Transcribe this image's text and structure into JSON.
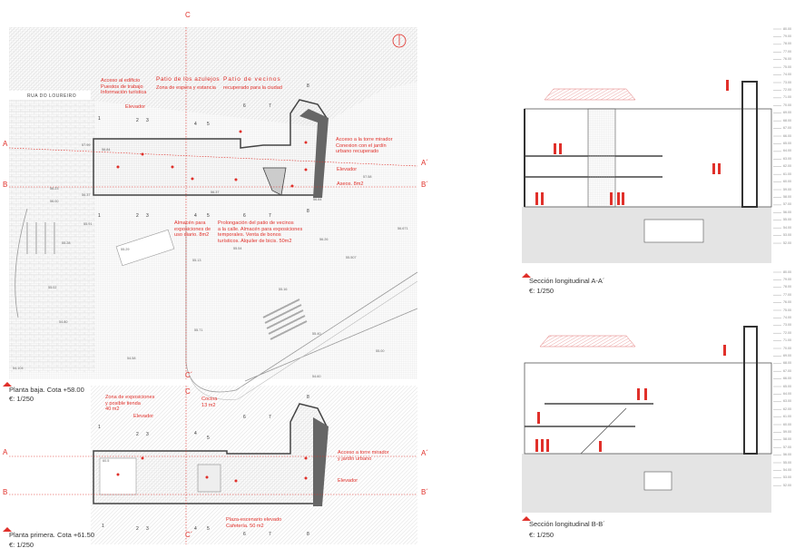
{
  "ground_plan": {
    "title": "Planta baja. Cota +58.00",
    "scale": "€: 1/250",
    "street": "RUA DO LOUREIRO",
    "section_marks": {
      "c": "C",
      "c2": "C´",
      "a": "A",
      "a2": "A´",
      "b": "B",
      "b2": "B´"
    },
    "labels": {
      "acceso": "Acceso al edificio\nPuestos de trabajo\nInformación turística",
      "patio_azulejos_title": "Patio de los azulejos",
      "patio_azulejos_sub": "Zona de espera y estancia",
      "patio_vecinos_title": "Patio de vecinos",
      "patio_vecinos_sub": "recuperado para la ciudad",
      "elevador1": "Elevador",
      "torre": "Acceso a la torre mirador\nConexion con el jardín\nurbano recuperado",
      "elevador2": "Elevador",
      "aseos": "Aseos. 8m2",
      "almacen": "Almacén para\nexposiciones de\nuso diario. 8m2",
      "prolongacion": "Prolongación del patio de vecinos\na la calle. Almacén para exposiciones\ntemporales. Venta de bonos\nturísticos. Alquiler de bicis. 50m2"
    },
    "grid_numbers_top": [
      "1",
      "2",
      "3",
      "4",
      "5",
      "6",
      "7",
      "8"
    ],
    "grid_numbers_bottom": [
      "1",
      "2",
      "3",
      "4",
      "5",
      "6",
      "7",
      "8"
    ],
    "elevations": [
      "57.99",
      "56.84",
      "56.23",
      "56.00",
      "56.37",
      "55.91",
      "55.28",
      "55.29",
      "55.13",
      "55.54",
      "56.26",
      "56.37",
      "56.84",
      "57.58",
      "55.02",
      "54.80",
      "54.58",
      "54.104",
      "55.71",
      "55.16",
      "55.507",
      "56.671",
      "55.40",
      "55.00",
      "54.60"
    ]
  },
  "first_plan": {
    "title": "Planta primera. Cota +61.50",
    "scale": "€: 1/250",
    "section_marks": {
      "c": "C",
      "c2": "C´",
      "a": "A",
      "a2": "A´",
      "b": "B",
      "b2": "B´"
    },
    "labels": {
      "zona": "Zona de exposiciones\ny posible tienda\n40 m2",
      "elevador1": "Elevador",
      "cocina": "Cocina\n13 m2",
      "torre": "Acceso a torre mirador\ny jardín urbano",
      "elevador2": "Elevador",
      "plaza": "Plaza-escenario elevado\nCafetería. 50 m2"
    },
    "grid_numbers_top": [
      "1",
      "2",
      "3",
      "4",
      "5",
      "6",
      "7",
      "8"
    ],
    "grid_numbers_bottom": [
      "1",
      "2",
      "3",
      "4",
      "5",
      "6",
      "7",
      "8"
    ],
    "elevations": [
      "60.5"
    ]
  },
  "section_aa": {
    "title": "Sección longitudinal A-A´",
    "scale": "€: 1/250"
  },
  "section_bb": {
    "title": "Sección longitudinal B-B´",
    "scale": "€: 1/250"
  },
  "level_scale": [
    "80.00",
    "79.00",
    "78.00",
    "77.00",
    "76.00",
    "75.00",
    "74.00",
    "73.00",
    "72.00",
    "71.00",
    "70.00",
    "69.00",
    "68.00",
    "67.00",
    "66.00",
    "65.00",
    "64.00",
    "63.00",
    "62.00",
    "61.00",
    "60.00",
    "59.00",
    "58.00",
    "57.00",
    "56.00",
    "55.00",
    "54.00",
    "53.00",
    "52.00"
  ],
  "colors": {
    "accent": "#e0302a",
    "line": "#333333",
    "hatch": "#bbbbbb",
    "ground": "#e4e4e4"
  }
}
